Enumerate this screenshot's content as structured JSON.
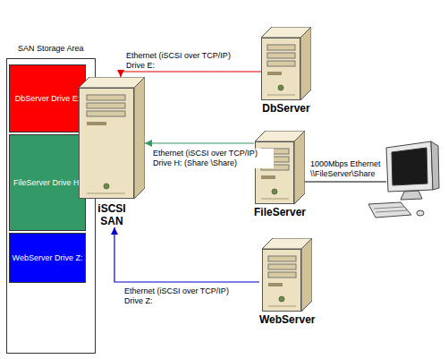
{
  "diagram": {
    "nodes": [
      {
        "text": [
          "SAN Storage Area"
        ]
      },
      {
        "text": [
          "DbServer Drive E:"
        ],
        "in": 0
      },
      {
        "text": [
          "FileServer Drive H:"
        ],
        "in": 0
      },
      {
        "text": [
          "WebServer Drive Z:"
        ],
        "in": 0
      },
      {
        "text": [
          "iSCSI SAN"
        ]
      },
      {
        "text": [
          "DbServer"
        ]
      },
      {
        "text": [
          "FileServer"
        ]
      },
      {
        "text": [
          "WebServer"
        ]
      }
    ],
    "edges": [
      {
        "from": 5,
        "to": 4,
        "arrow": "to",
        "label": "Ethernet (iSCSI over TCP/IP) Drive E:"
      },
      {
        "from": 6,
        "to": 4,
        "arrow": "to",
        "label": "Ethernet (iSCSI over TCP/IP) Drive H: (Share \\Share)"
      },
      {
        "from": 7,
        "to": 4,
        "arrow": "to",
        "label": "Ethernet (iSCSI over TCP/IP) Drive Z:"
      }
    ],
    "labels": [
      "1000Mbps Ethernet \\\\FileServer\\Share"
    ]
  }
}
